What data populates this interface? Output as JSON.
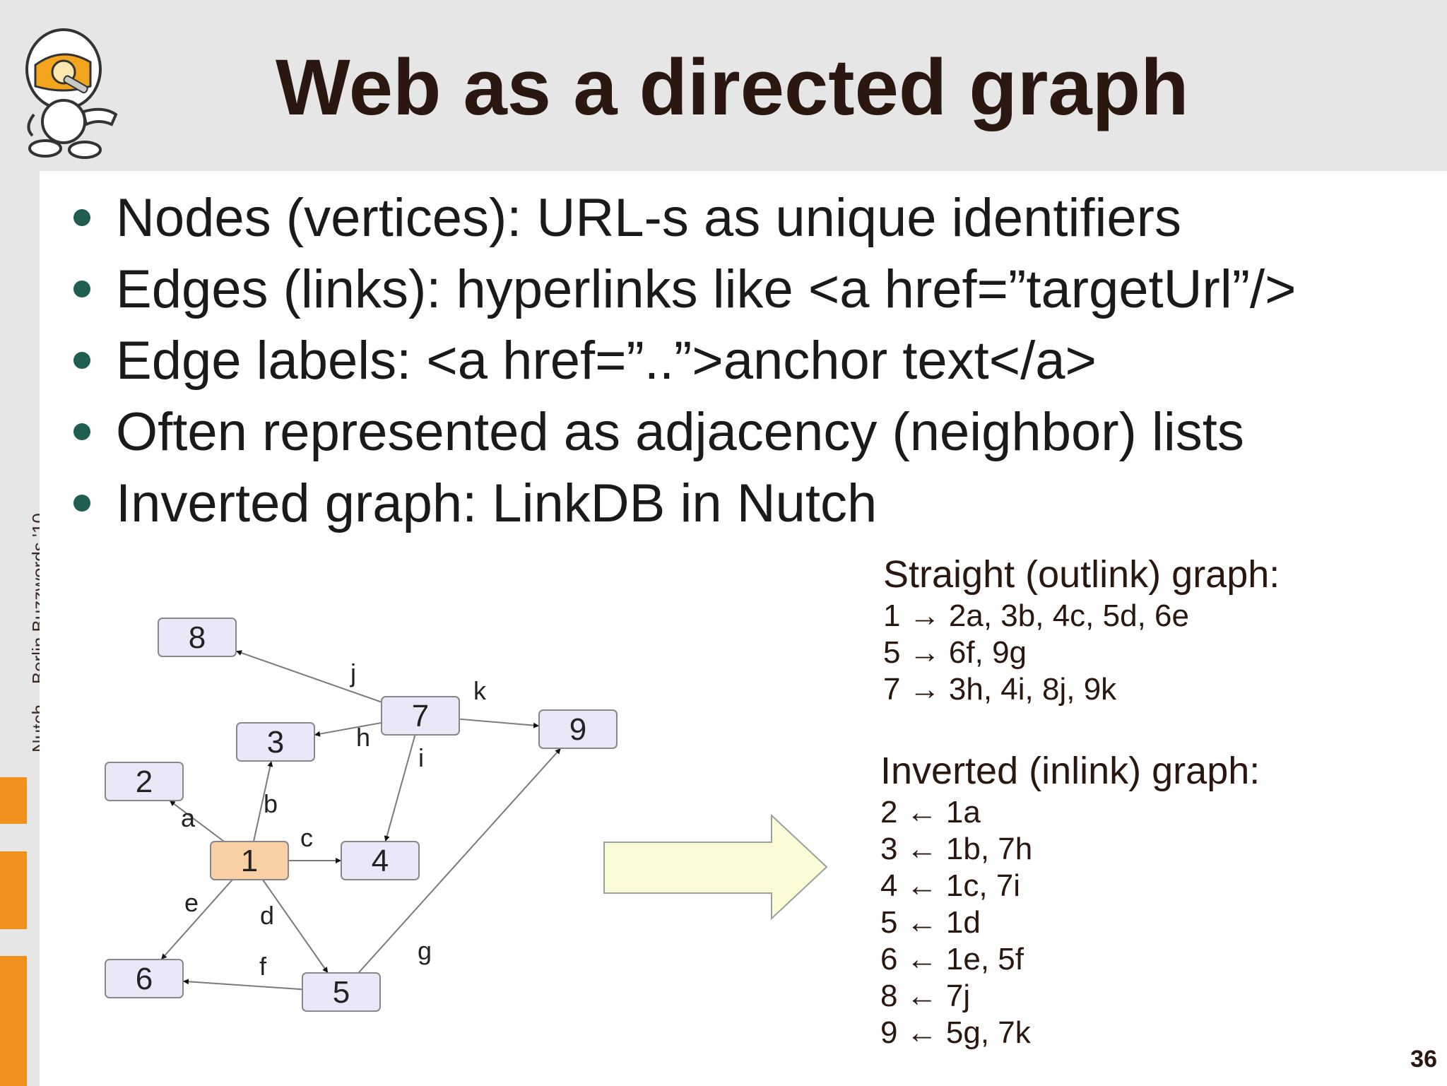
{
  "slide": {
    "title": "Web as a directed graph",
    "footer": "Nutch – Berlin Buzzwords '10",
    "page_number": "36"
  },
  "bullets": [
    "Nodes (vertices): URL-s as unique identifiers",
    "Edges (links): hyperlinks like <a href=”targetUrl”/>",
    "Edge labels: <a href=”..”>anchor text</a>",
    "Often represented as adjacency (neighbor) lists",
    "Inverted graph: LinkDB in Nutch"
  ],
  "colors": {
    "header_bg": "#e6e6e6",
    "title": "#2a1710",
    "bullet_dot": "#1f5e50",
    "node_fill": "#e8e8f8",
    "node_highlight_fill": "#f9cfa6",
    "arrow_fill": "#fbfbd8",
    "sidebar_accent": "#f0901a"
  },
  "graph": {
    "nodes": [
      {
        "id": "1",
        "highlight": true
      },
      {
        "id": "2"
      },
      {
        "id": "3"
      },
      {
        "id": "4"
      },
      {
        "id": "5"
      },
      {
        "id": "6"
      },
      {
        "id": "7"
      },
      {
        "id": "8"
      },
      {
        "id": "9"
      }
    ],
    "edges": [
      {
        "from": "1",
        "to": "2",
        "label": "a"
      },
      {
        "from": "1",
        "to": "3",
        "label": "b"
      },
      {
        "from": "1",
        "to": "4",
        "label": "c"
      },
      {
        "from": "1",
        "to": "5",
        "label": "d"
      },
      {
        "from": "1",
        "to": "6",
        "label": "e"
      },
      {
        "from": "5",
        "to": "6",
        "label": "f"
      },
      {
        "from": "5",
        "to": "9",
        "label": "g"
      },
      {
        "from": "7",
        "to": "3",
        "label": "h"
      },
      {
        "from": "7",
        "to": "4",
        "label": "i"
      },
      {
        "from": "7",
        "to": "8",
        "label": "j"
      },
      {
        "from": "7",
        "to": "9",
        "label": "k"
      }
    ]
  },
  "straight": {
    "heading": "Straight (outlink) graph:",
    "lines": [
      "1 → 2a, 3b, 4c, 5d, 6e",
      "5 → 6f, 9g",
      "7 → 3h, 4i, 8j, 9k"
    ]
  },
  "inverted": {
    "heading": "Inverted (inlink) graph:",
    "lines": [
      "2 ← 1a",
      "3 ← 1b, 7h",
      "4 ← 1c, 7i",
      "5 ← 1d",
      "6 ← 1e, 5f",
      "8 ← 7j",
      "9 ← 5g, 7k"
    ]
  }
}
